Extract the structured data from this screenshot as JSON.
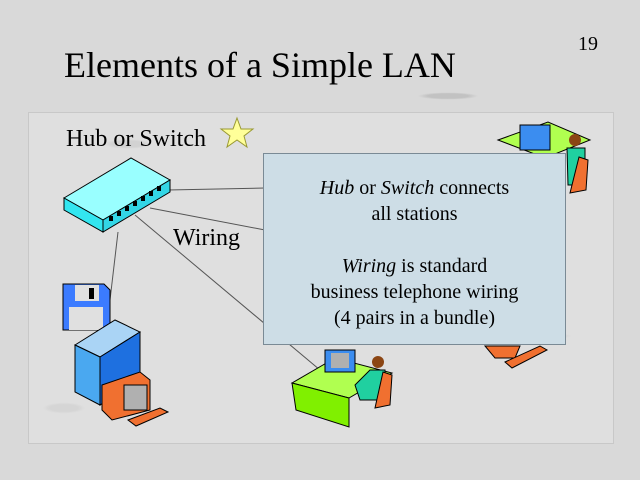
{
  "slide": {
    "title": "Elements of a Simple LAN",
    "page_number": "19",
    "hub_label": "Hub or Switch",
    "wiring_label": "Wiring",
    "callout": {
      "line1_italic_a": "Hub",
      "line1_mid": " or ",
      "line1_italic_b": "Switch",
      "line1_end": " connects",
      "line2": "all stations",
      "line3_italic": "Wiring",
      "line3_end": " is standard",
      "line4": "business telephone wiring",
      "line5": "(4 pairs in a bundle)"
    }
  }
}
